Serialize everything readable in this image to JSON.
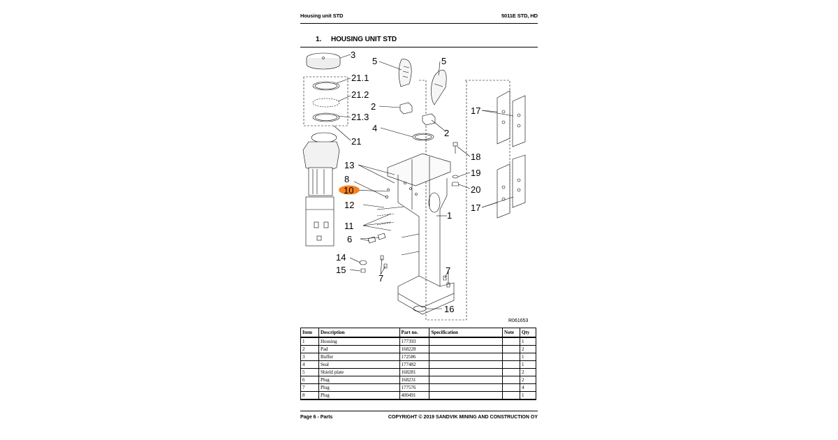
{
  "header": {
    "left_title": "Housing unit STD",
    "right_title": "5011E STD, HD"
  },
  "section": {
    "number": "1.",
    "title": "HOUSING UNIT STD"
  },
  "diagram": {
    "drawing_code": "R061653",
    "highlight_color": "#f58220",
    "callouts": {
      "c3": "3",
      "c21_1": "21.1",
      "c21_2": "21.2",
      "c21_3": "21.3",
      "c21": "21",
      "c5a": "5",
      "c5b": "5",
      "c2a": "2",
      "c2b": "2",
      "c4": "4",
      "c17a": "17",
      "c17b": "17",
      "c18": "18",
      "c19": "19",
      "c20": "20",
      "c13": "13",
      "c8": "8",
      "c10": "10",
      "c12": "12",
      "c11": "11",
      "c1": "1",
      "c6": "6",
      "c14": "14",
      "c15": "15",
      "c7a": "7",
      "c7b": "7",
      "c16": "16"
    }
  },
  "parts_table": {
    "headers": {
      "item": "Item",
      "description": "Description",
      "part_no": "Part no.",
      "specification": "Specification",
      "note": "Note",
      "qty": "Qty"
    },
    "rows": [
      {
        "item": "1",
        "description": "Housing",
        "part_no": "177393",
        "specification": "",
        "note": "",
        "qty": "1"
      },
      {
        "item": "2",
        "description": "Pad",
        "part_no": "168228",
        "specification": "",
        "note": "",
        "qty": "2"
      },
      {
        "item": "3",
        "description": "Buffer",
        "part_no": "172586",
        "specification": "",
        "note": "",
        "qty": "1"
      },
      {
        "item": "4",
        "description": "Seal",
        "part_no": "177482",
        "specification": "",
        "note": "",
        "qty": "1"
      },
      {
        "item": "5",
        "description": "Shield plate",
        "part_no": "168281",
        "specification": "",
        "note": "",
        "qty": "2"
      },
      {
        "item": "6",
        "description": "Plug",
        "part_no": "168231",
        "specification": "",
        "note": "",
        "qty": "2"
      },
      {
        "item": "7",
        "description": "Plug",
        "part_no": "177576",
        "specification": "",
        "note": "",
        "qty": "4"
      },
      {
        "item": "8",
        "description": "Plug",
        "part_no": "400491",
        "specification": "",
        "note": "",
        "qty": "1"
      }
    ]
  },
  "footer": {
    "left": "Page 6 - Parts",
    "right": "COPYRIGHT © 2019 SANDVIK MINING AND CONSTRUCTION OY"
  }
}
